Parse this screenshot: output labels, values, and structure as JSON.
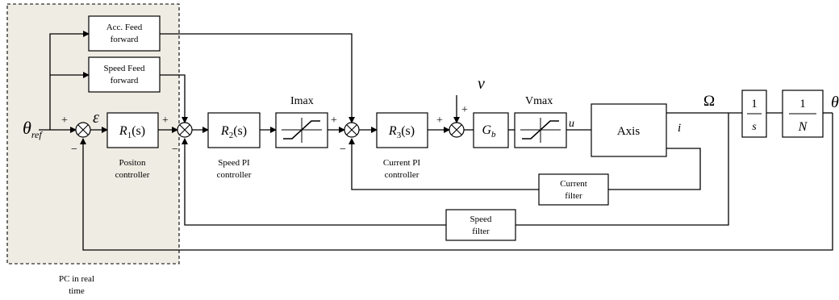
{
  "region": {
    "caption_line1": "PC in real",
    "caption_line2": "time"
  },
  "blocks": {
    "acc_ff_1": "Acc. Feed",
    "acc_ff_2": "forward",
    "speed_ff_1": "Speed Feed",
    "speed_ff_2": "forward",
    "r1": "R",
    "r1_sub": "1",
    "r1_arg": "(s)",
    "r2": "R",
    "r2_sub": "2",
    "r2_arg": "(s)",
    "r3": "R",
    "r3_sub": "3",
    "r3_arg": "(s)",
    "gb": "G",
    "gb_sub": "b",
    "axis": "Axis",
    "integ_num": "1",
    "integ_den": "s",
    "gear_num": "1",
    "gear_den": "N",
    "current_filter_1": "Current",
    "current_filter_2": "filter",
    "speed_filter_1": "Speed",
    "speed_filter_2": "filter"
  },
  "labels": {
    "theta_ref": "θ",
    "theta_ref_sub": "ref",
    "epsilon": "ε",
    "imax": "Imax",
    "vmax": "Vmax",
    "nu": "ν",
    "u": "u",
    "i": "i",
    "omega": "Ω",
    "theta_out": "θ",
    "pos_ctrl_1": "Positon",
    "pos_ctrl_2": "controller",
    "speed_ctrl_1": "Speed PI",
    "speed_ctrl_2": "controller",
    "current_ctrl_1": "Current PI",
    "current_ctrl_2": "controller",
    "plus": "+",
    "minus": "−"
  }
}
